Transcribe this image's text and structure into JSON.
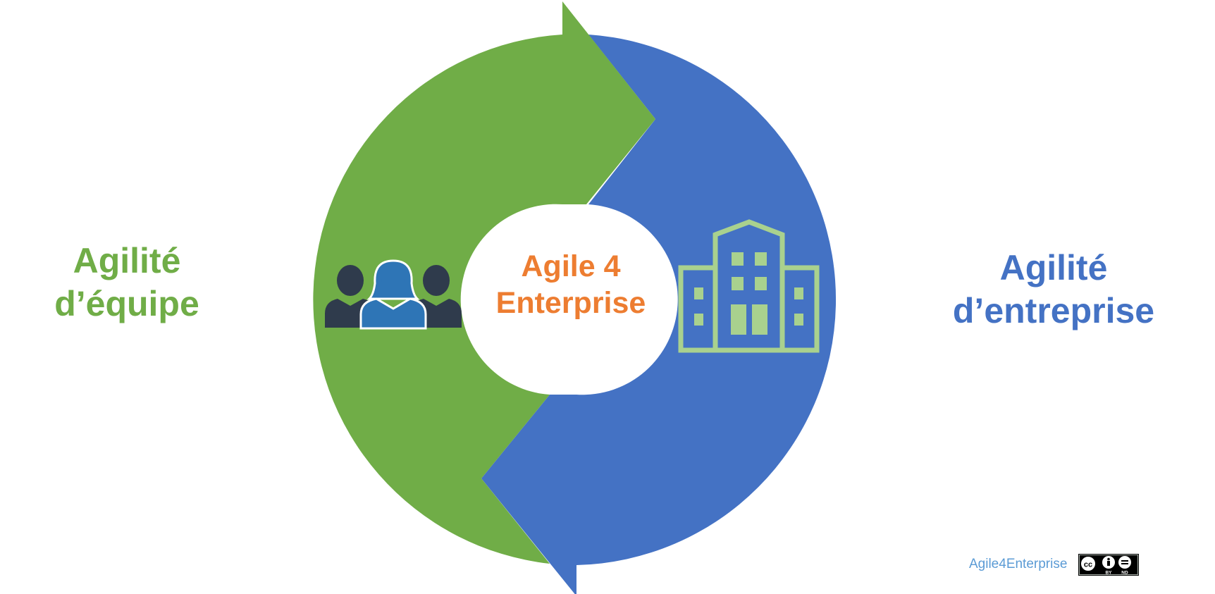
{
  "left_label": {
    "line1": "Agilité",
    "line2": "d’équipe",
    "color": "#70ad47"
  },
  "right_label": {
    "line1": "Agilité",
    "line2": "d’entreprise",
    "color": "#4472c4"
  },
  "center_title": {
    "line1": "Agile 4",
    "line2": "Enterprise",
    "color": "#ed7d31"
  },
  "footer": {
    "brand": "Agile4Enterprise",
    "license_badge": {
      "line1": "BY",
      "line2": "ND"
    }
  },
  "colors": {
    "green_arrow": "#70ad47",
    "blue_arrow": "#4472c4",
    "team_dark": "#2f3b4c",
    "team_accent": "#2e75b6",
    "building": "#a9d18e"
  },
  "icons": {
    "left": "team-icon",
    "right": "building-icon",
    "license": "cc-by-nd-icon"
  }
}
